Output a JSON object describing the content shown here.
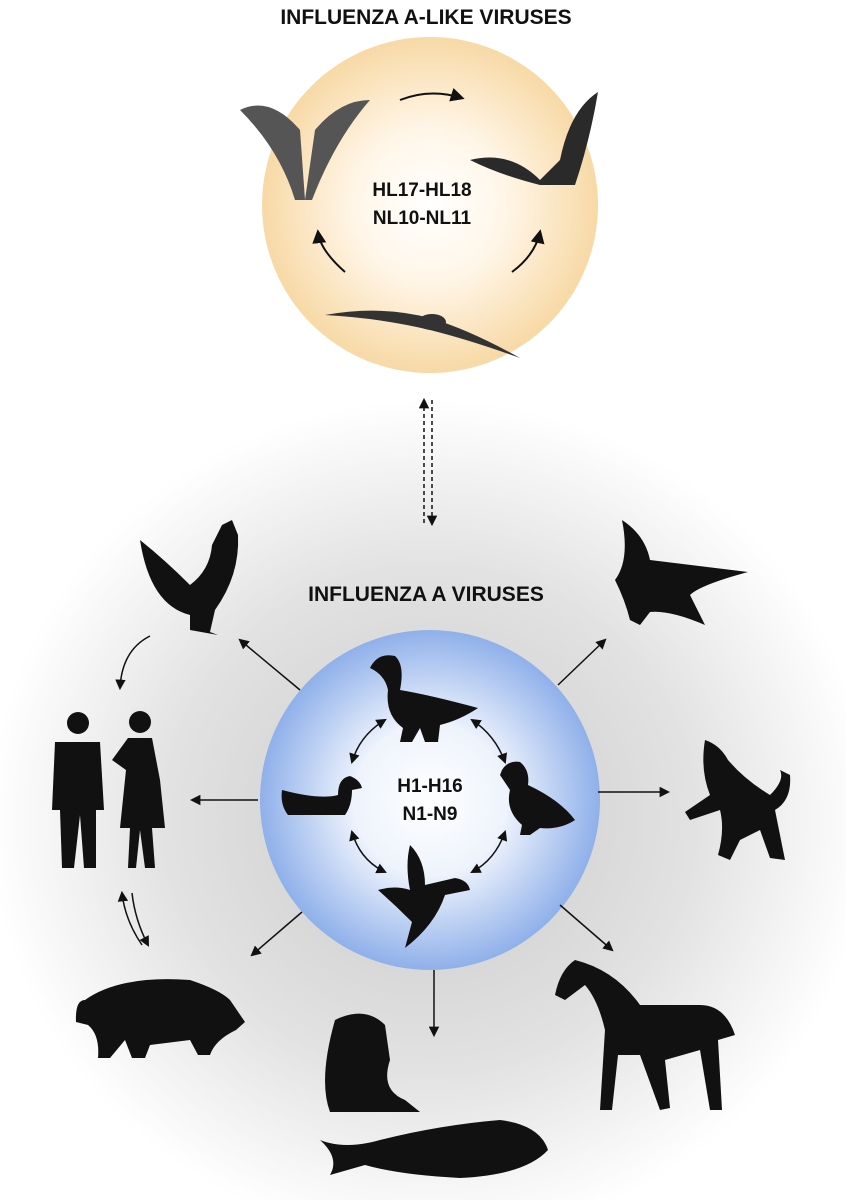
{
  "top": {
    "title": "INFLUENZA A-LIKE VIRUSES",
    "line1": "HL17-HL18",
    "line2": "NL10-NL11",
    "color": "#f8d9a6"
  },
  "bottom": {
    "title": "INFLUENZA A VIRUSES",
    "line1": "H1-H16",
    "line2": "N1-N9",
    "color": "#8fb0ea"
  },
  "hosts": [
    "bat",
    "duck",
    "chicken",
    "crow",
    "human",
    "dog",
    "pig",
    "walrus",
    "whale",
    "horse"
  ]
}
